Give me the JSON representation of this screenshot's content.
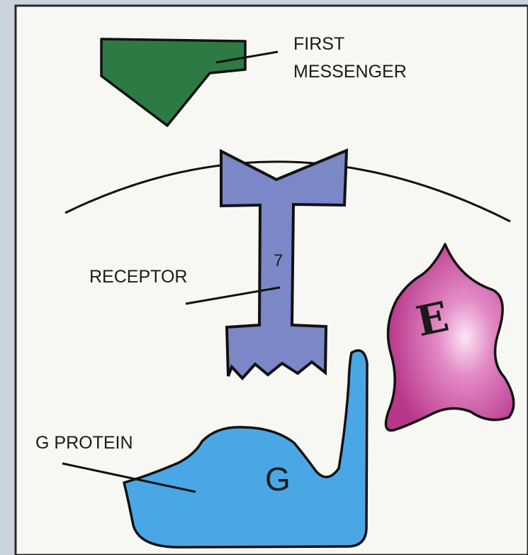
{
  "labels": {
    "first_messenger_line1": "FIRST",
    "first_messenger_line2": "MESSENGER",
    "receptor": "RECEPTOR",
    "g_protein": "G PROTEIN",
    "receptor_number": "7",
    "g_letter": "G",
    "e_letter": "E"
  },
  "colors": {
    "background_frame": "#c9d3dd",
    "panel": "#f7f7f3",
    "first_messenger": "#2d7a45",
    "receptor": "#7c87c8",
    "g_protein": "#4aa7e6",
    "effector": "#c5509b",
    "outline": "#111111"
  }
}
